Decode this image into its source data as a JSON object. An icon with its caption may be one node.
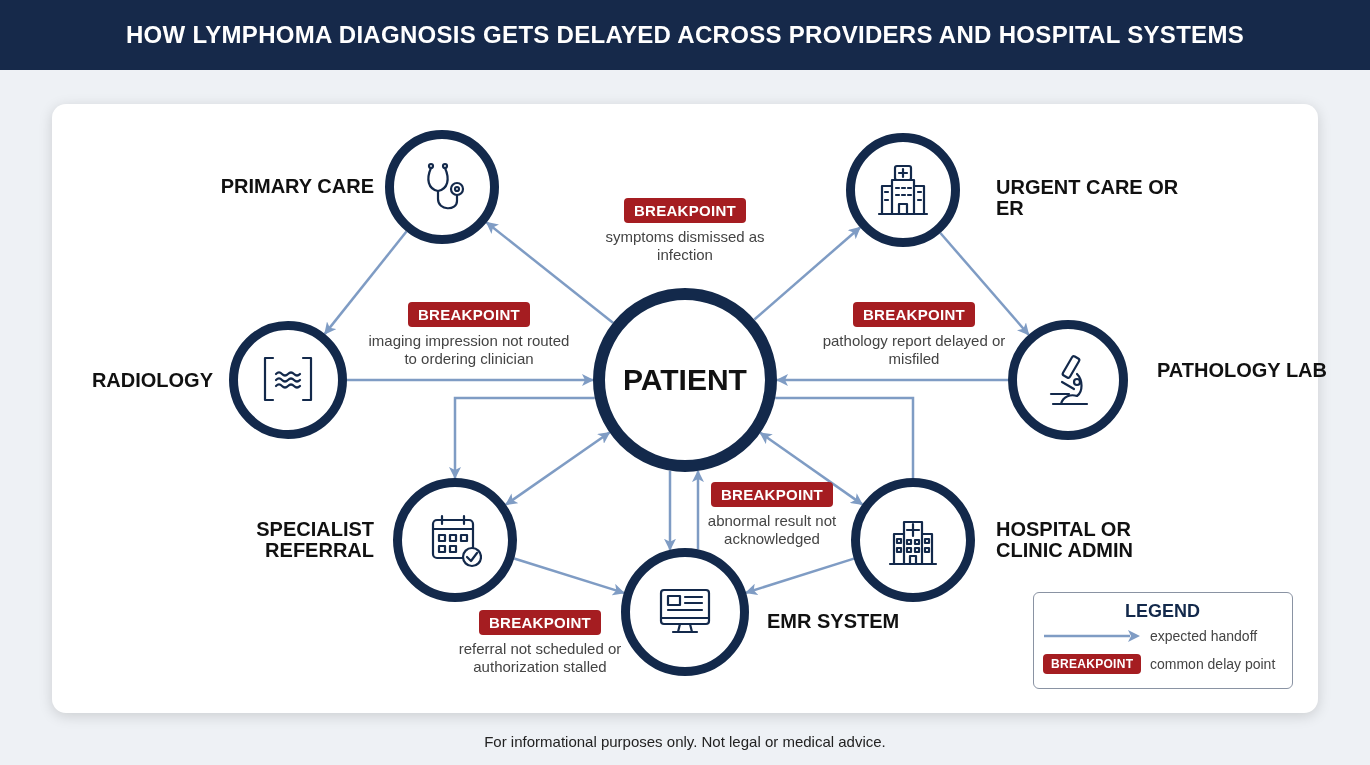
{
  "diagram": {
    "title": "HOW LYMPHOMA DIAGNOSIS GETS DELAYED ACROSS PROVIDERS AND HOSPITAL SYSTEMS",
    "nodes": [
      {
        "text": [
          "PRIMARY CARE"
        ]
      },
      {
        "text": [
          "BREAKPOINT"
        ],
        "beside": [
          "symptoms dismissed as infection"
        ]
      },
      {
        "text": [
          "URGENT CARE OR ER"
        ]
      },
      {
        "text": [
          "BREAKPOINT"
        ],
        "beside": [
          "imaging impression not routed to ordering clinician"
        ]
      },
      {
        "text": [
          "RADIOLOGY"
        ]
      },
      {
        "text": [
          "PATIENT"
        ]
      },
      {
        "text": [
          "BREAKPOINT"
        ],
        "beside": [
          "pathology report delayed or misfiled"
        ]
      },
      {
        "text": [
          "PATHOLOGY LAB"
        ]
      },
      {
        "text": [
          "BREAKPOINT"
        ],
        "beside": [
          "abnormal result not acknowledged"
        ]
      },
      {
        "text": [
          "SPECIALIST REFERRAL"
        ]
      },
      {
        "text": [
          "HOSPITAL OR CLINIC ADMIN"
        ]
      },
      {
        "text": [
          "EMR SYSTEM"
        ]
      },
      {
        "text": [
          "BREAKPOINT"
        ],
        "beside": [
          "referral not scheduled or authorization stalled"
        ]
      }
    ],
    "edges": [
      {
        "from": 0,
        "to": 4,
        "arrow": "to"
      },
      {
        "from": 5,
        "to": 0,
        "arrow": "to"
      },
      {
        "from": 4,
        "to": 5,
        "arrow": "to"
      },
      {
        "from": 5,
        "to": 2,
        "arrow": "to"
      },
      {
        "from": 2,
        "to": 7,
        "arrow": "to"
      },
      {
        "from": 7,
        "to": 5,
        "arrow": "to"
      },
      {
        "from": 5,
        "to": 9,
        "arrow": "to"
      },
      {
        "from": 5,
        "to": 9,
        "arrow": "both"
      },
      {
        "from": 5,
        "to": 11,
        "arrow": "to"
      },
      {
        "from": 11,
        "to": 5,
        "arrow": "to"
      },
      {
        "from": 5,
        "to": 10,
        "arrow": "both"
      },
      {
        "from": 5,
        "to": 10,
        "arrow": "none"
      },
      {
        "from": 9,
        "to": 11,
        "arrow": "to"
      },
      {
        "from": 10,
        "to": 11,
        "arrow": "to"
      }
    ],
    "labels": [
      "LEGEND",
      "BREAKPOINT",
      "For informational purposes only. Not legal or medical advice."
    ],
    "legend": [
      {
        "text": "expected handoff"
      },
      {
        "text": "common delay point",
        "color": "#a51d21"
      }
    ]
  }
}
